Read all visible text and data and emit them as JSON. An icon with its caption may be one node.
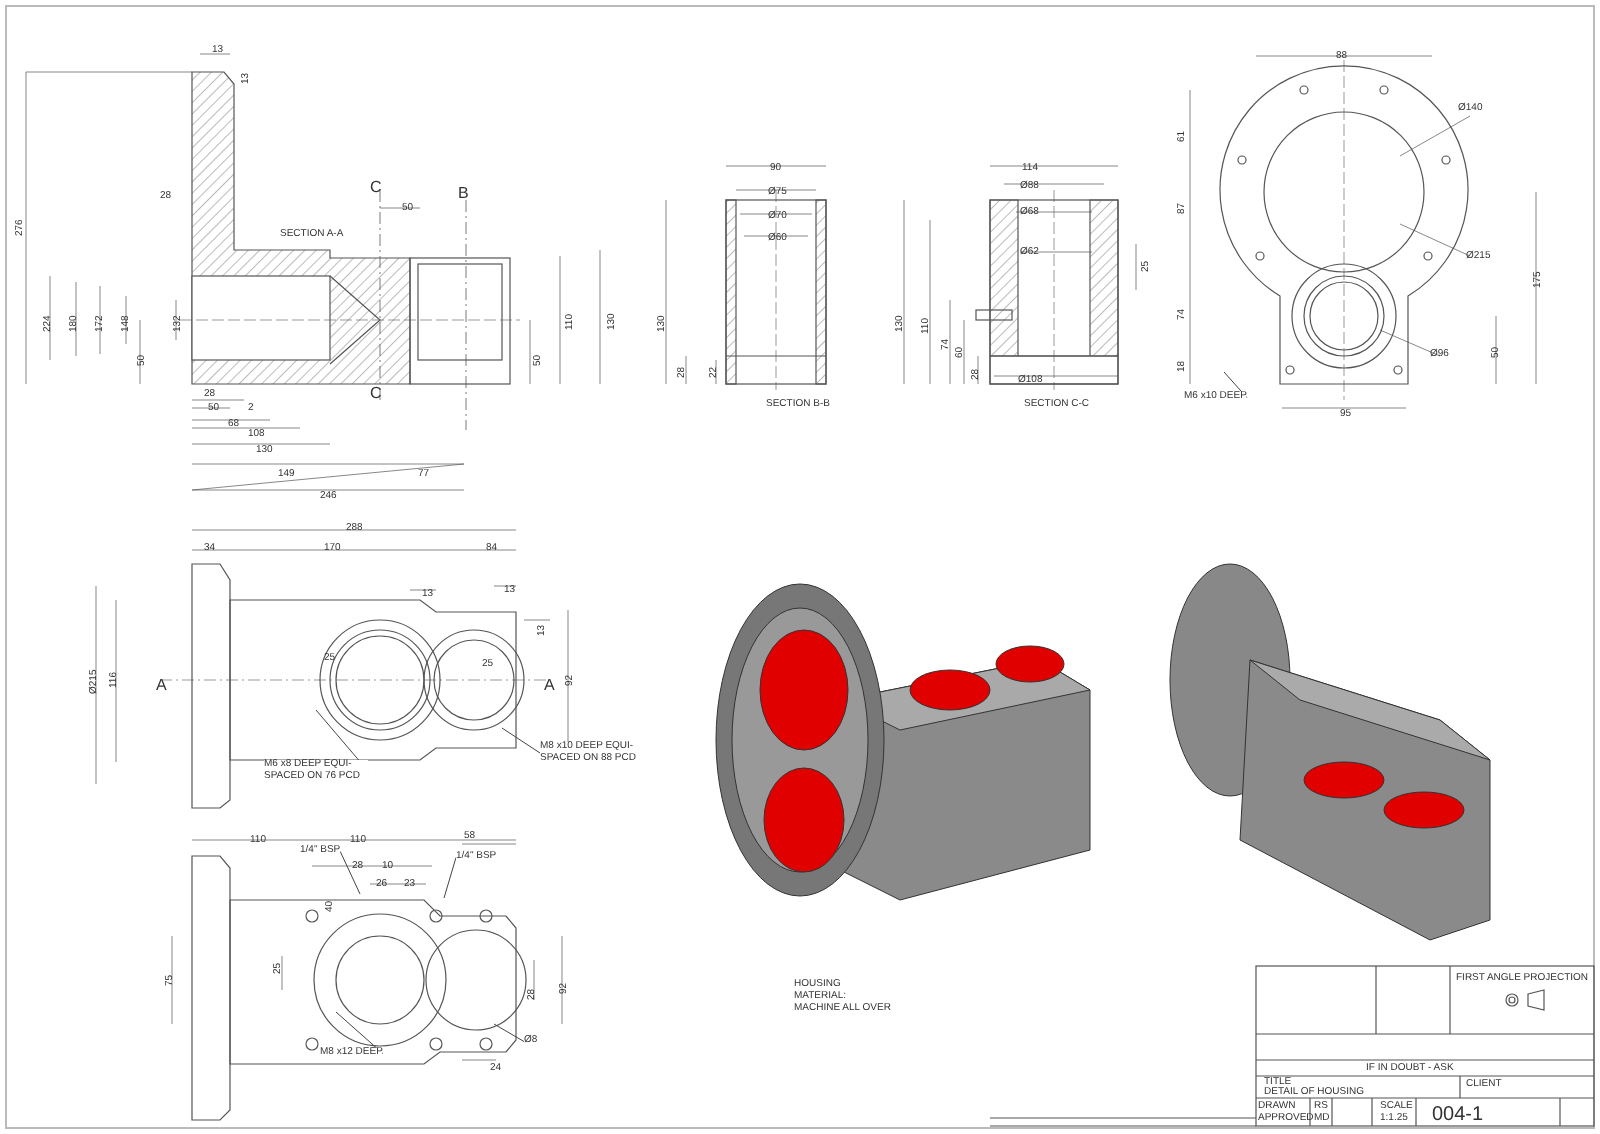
{
  "diagram": {
    "nodes": [
      {
        "text": [
          "M6 x10 DEEP"
        ]
      },
      {
        "text": [
          "M6 x8 DEEP EQUI-SPACED ON 76 PCD"
        ]
      },
      {
        "text": [
          "M8 x10 DEEP EQUI-SPACED ON 88 PCD"
        ]
      },
      {
        "text": [
          "1/4\" BSP"
        ]
      },
      {
        "text": [
          "1/4\" BSP"
        ]
      },
      {
        "text": [
          "M8 x12 DEEP"
        ]
      },
      {
        "text": [
          "Ø8"
        ]
      }
    ],
    "edges": [
      {
        "from": 0,
        "to": null,
        "arrow": "none"
      },
      {
        "from": 1,
        "to": null,
        "arrow": "none"
      },
      {
        "from": 2,
        "to": null,
        "arrow": "none"
      },
      {
        "from": 3,
        "to": null,
        "arrow": "none"
      },
      {
        "from": 4,
        "to": null,
        "arrow": "none"
      },
      {
        "from": 5,
        "to": null,
        "arrow": "none"
      },
      {
        "from": 6,
        "to": null,
        "arrow": "none"
      }
    ],
    "labels": [
      "13",
      "13",
      "28",
      "276",
      "C",
      "50",
      "B",
      "SECTION A-A",
      "224",
      "180",
      "172",
      "148",
      "132",
      "50",
      "110",
      "130",
      "50",
      "C",
      "28",
      "50",
      "2",
      "68",
      "108",
      "130",
      "149",
      "77",
      "246",
      "90",
      "Ø75",
      "Ø70",
      "Ø60",
      "130",
      "28",
      "22",
      "SECTION B-B",
      "114",
      "Ø88",
      "Ø68",
      "Ø62",
      "25",
      "130",
      "110",
      "74",
      "60",
      "28",
      "Ø108",
      "SECTION C-C",
      "88",
      "Ø140",
      "61",
      "87",
      "Ø215",
      "74",
      "175",
      "50",
      "Ø96",
      "18",
      "95",
      "288",
      "34",
      "170",
      "84",
      "13",
      "13",
      "13",
      "Ø215",
      "116",
      "A",
      "A",
      "92",
      "25",
      "25",
      "110",
      "110",
      "58",
      "28",
      "10",
      "26",
      "23",
      "40",
      "75",
      "25",
      "28",
      "92",
      "24",
      "HOUSING",
      "MATERIAL:",
      "MACHINE ALL OVER",
      "FIRST ANGLE PROJECTION",
      "IF IN DOUBT - ASK",
      "TITLE",
      "DETAIL OF HOUSING",
      "CLIENT",
      "DRAWN",
      "RS",
      "APPROVED",
      "MD",
      "SCALE",
      "1:1.25",
      "004-1"
    ]
  }
}
